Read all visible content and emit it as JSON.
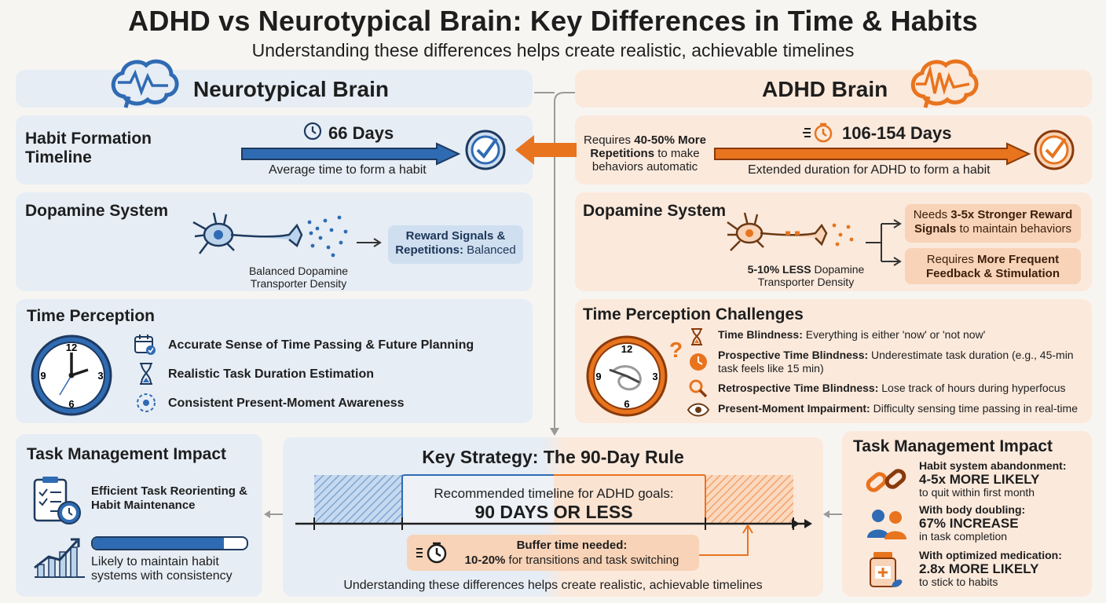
{
  "header": {
    "title": "ADHD vs Neurotypical Brain: Key Differences in Time & Habits",
    "subtitle": "Understanding these differences helps create realistic, achievable timelines"
  },
  "neuro": {
    "heading": "Neurotypical Brain",
    "habit": {
      "title": "Habit Formation Timeline",
      "days": "66 Days",
      "caption": "Average time to form a habit"
    },
    "dopamine": {
      "title": "Dopamine System",
      "neuron_caption": "Balanced Dopamine Transporter Density",
      "reward_bold": "Reward Signals & Repetitions:",
      "reward_rest": " Balanced"
    },
    "time": {
      "title": "Time Perception",
      "items": [
        "Accurate Sense of Time Passing & Future Planning",
        "Realistic Task Duration Estimation",
        "Consistent Present-Moment Awareness"
      ]
    },
    "task": {
      "title": "Task Management Impact",
      "efficient": "Efficient Task Reorienting & Habit Maintenance",
      "likely": "Likely to maintain habit systems with consistency",
      "progress": 0.85
    }
  },
  "adhd": {
    "heading": "ADHD Brain",
    "habit": {
      "days": "106-154 Days",
      "caption": "Extended duration for ADHD to form a habit",
      "req_pre": "Requires ",
      "req_bold": "40-50% More Repetitions",
      "req_post": " to make behaviors automatic"
    },
    "dopamine": {
      "title": "Dopamine System",
      "caption_bold": "5-10% LESS",
      "caption_rest": " Dopamine Transporter Density",
      "needs_pre": "Needs ",
      "needs_bold": "3-5x Stronger Reward Signals",
      "needs_post": " to maintain behaviors",
      "req_pre": "Requires ",
      "req_bold": "More Frequent Feedback & Stimulation"
    },
    "time": {
      "title": "Time Perception Challenges",
      "items": [
        {
          "bold": "Time Blindness:",
          "rest": " Everything is either 'now' or 'not now'"
        },
        {
          "bold": "Prospective Time Blindness:",
          "rest": " Underestimate task duration (e.g., 45-min task feels like 15 min)"
        },
        {
          "bold": "Retrospective Time Blindness:",
          "rest": " Lose track of hours during hyperfocus"
        },
        {
          "bold": "Present-Moment Impairment:",
          "rest": " Difficulty sensing time passing in real-time"
        }
      ]
    },
    "task": {
      "title": "Task Management Impact",
      "stats": [
        {
          "label": "Habit system abandonment:",
          "value": "4-5x MORE LIKELY",
          "note": "to quit within first month"
        },
        {
          "label": "With body doubling:",
          "value": "67% INCREASE",
          "note": "in task completion"
        },
        {
          "label": "With optimized medication:",
          "value": "2.8x MORE LIKELY",
          "note": "to stick to habits"
        }
      ]
    }
  },
  "strategy": {
    "title": "Key Strategy: The 90-Day Rule",
    "rec_label": "Recommended timeline for ADHD goals:",
    "rec_value": "90 DAYS OR LESS",
    "buffer_title": "Buffer time needed:",
    "buffer_bold": "10-20%",
    "buffer_rest": " for transitions and task switching",
    "footer": "Understanding these differences helps create realistic, achievable timelines"
  },
  "clock_numbers": [
    "12",
    "3",
    "6",
    "9"
  ],
  "colors": {
    "blue": "#2f6bb3",
    "orange": "#e8741e",
    "blue_bg": "#e6edf5",
    "orange_bg": "#fbe9dc"
  }
}
